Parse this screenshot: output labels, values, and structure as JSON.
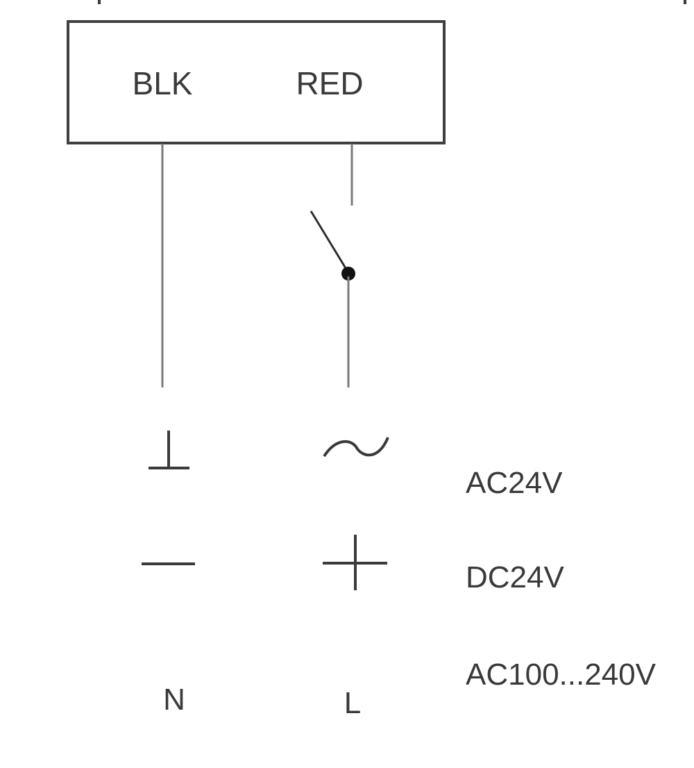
{
  "terminals": {
    "left": "BLK",
    "right": "RED"
  },
  "supplies": {
    "ac_low": "AC24V",
    "dc_low": "DC24V",
    "ac_high": "AC100...240V"
  },
  "lines": {
    "neutral": "N",
    "live": "L"
  },
  "colors": {
    "line": "#3a3a3a",
    "wire": "#7a7a7a",
    "background": "#ffffff"
  },
  "symbols": {
    "left_ac": "ground-icon",
    "right_ac": "ac-tilde-icon",
    "left_dc": "minus-icon",
    "right_dc": "plus-icon",
    "switch": "switch-icon"
  }
}
